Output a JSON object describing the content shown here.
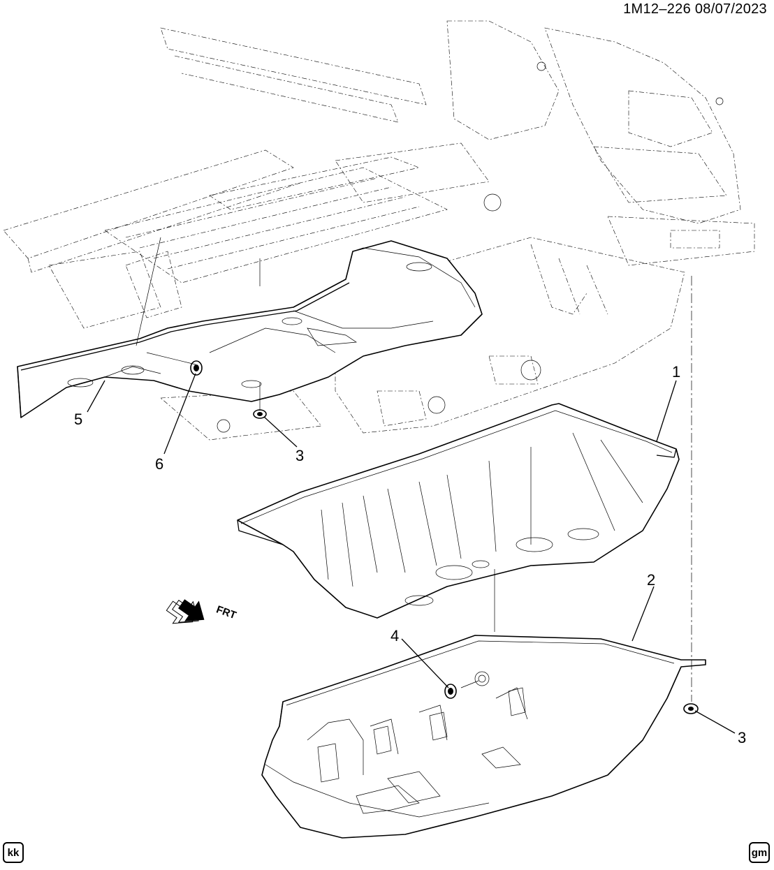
{
  "header": {
    "ref_date": "1M12–226  08/07/2023"
  },
  "callouts": [
    "1",
    "2",
    "3",
    "3",
    "4",
    "5",
    "6"
  ],
  "direction": {
    "text": "FRT",
    "icon": "front-direction-arrow-icon"
  },
  "footer": {
    "left_badge": "kk",
    "right_badge": "gm"
  },
  "icons": [
    "front-direction-arrow-icon",
    "gm-logo-icon"
  ]
}
